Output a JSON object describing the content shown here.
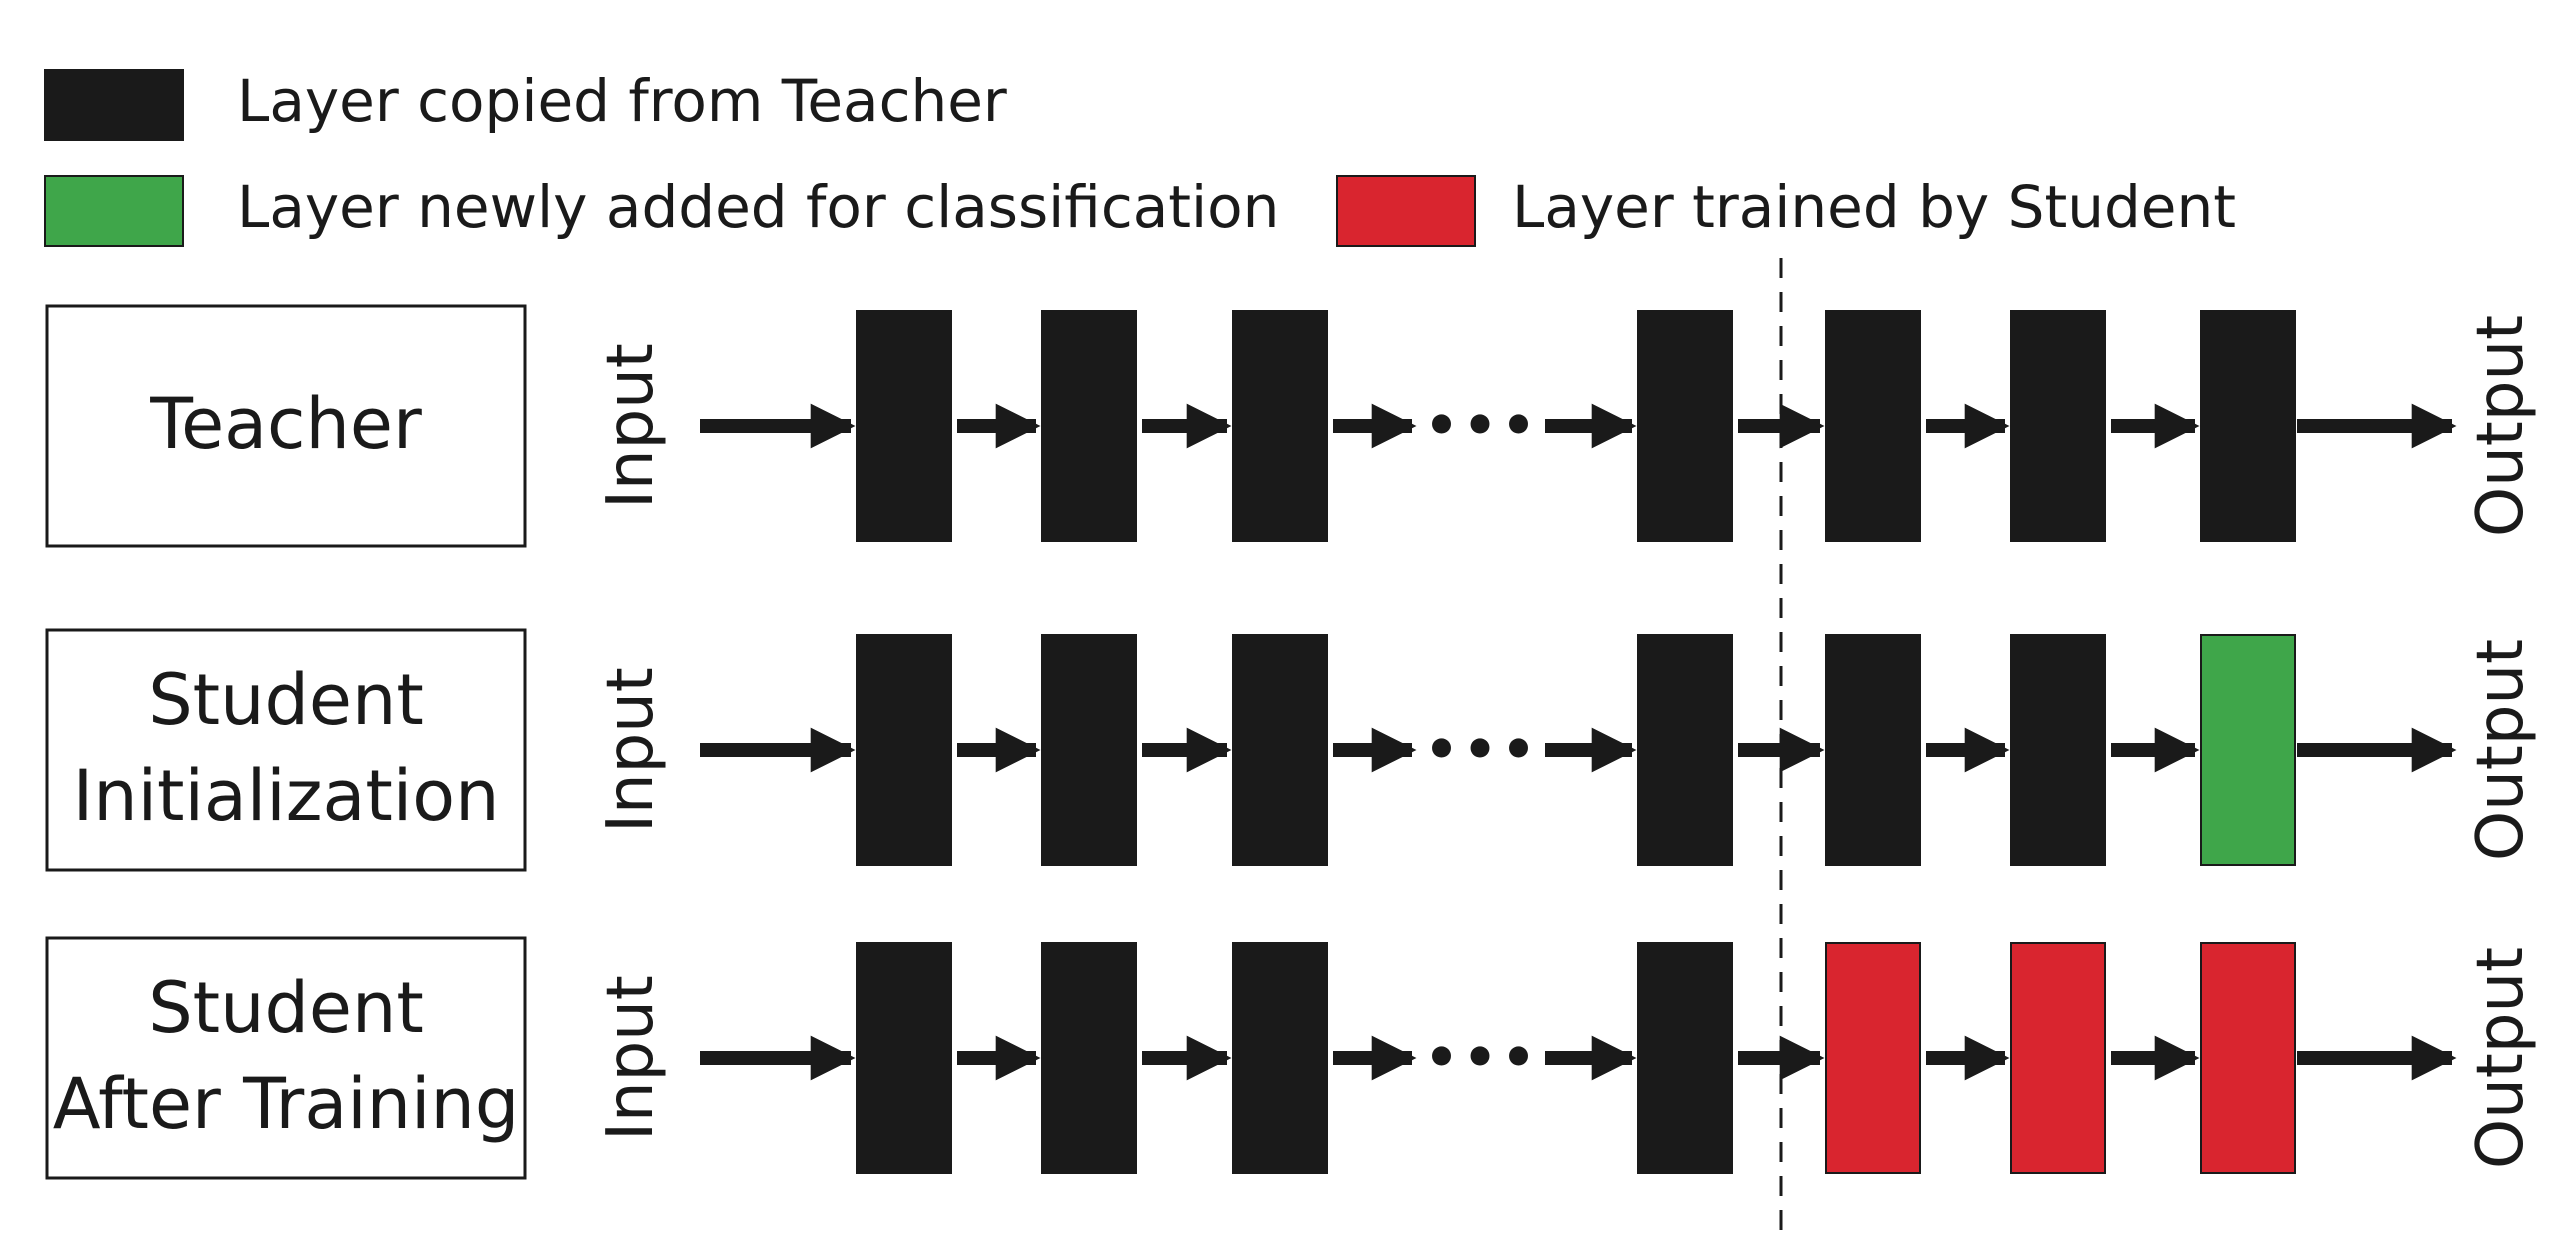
{
  "legend": {
    "copied": {
      "label": "Layer copied from Teacher",
      "color": "#1a1a1a"
    },
    "added": {
      "label": "Layer newly added for classification",
      "color": "#3fa64a"
    },
    "trained": {
      "label": "Layer trained by Student",
      "color": "#d9252f"
    }
  },
  "io": {
    "input": "Input",
    "output": "Output",
    "ellipsis": "•••"
  },
  "rows": [
    {
      "name": "teacher",
      "lines": [
        "Teacher"
      ],
      "layers": [
        "copied",
        "copied",
        "copied",
        "copied",
        "copied",
        "copied",
        "copied"
      ]
    },
    {
      "name": "student-init",
      "lines": [
        "Student",
        "Initialization"
      ],
      "layers": [
        "copied",
        "copied",
        "copied",
        "copied",
        "copied",
        "copied",
        "added"
      ]
    },
    {
      "name": "student-trained",
      "lines": [
        "Student",
        "After Training"
      ],
      "layers": [
        "copied",
        "copied",
        "copied",
        "copied",
        "trained",
        "trained",
        "trained"
      ]
    }
  ]
}
